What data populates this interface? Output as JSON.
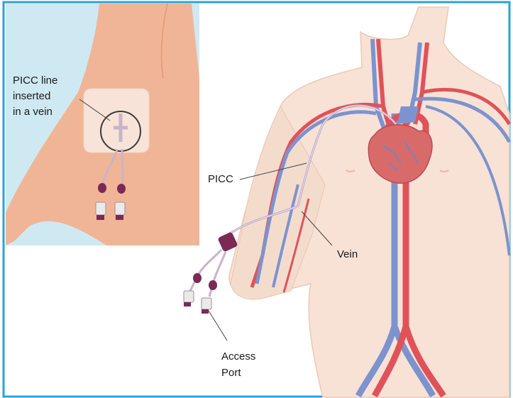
{
  "labels": {
    "picc_line_line1": "PICC line",
    "picc_line_line2": "inserted",
    "picc_line_line3": "in a vein",
    "picc": "PICC",
    "vein": "Vein",
    "access_line1": "Access",
    "access_line2": "Port"
  },
  "colors": {
    "frame": "#2aa3d6",
    "inset_background": "#cfe9f3",
    "skin": "#f5d9c8",
    "skin_inset": "#f0b596",
    "artery": "#e0525a",
    "vein": "#7d93cf",
    "heart": "#d96a6a",
    "catheter": "#7a2a55"
  }
}
